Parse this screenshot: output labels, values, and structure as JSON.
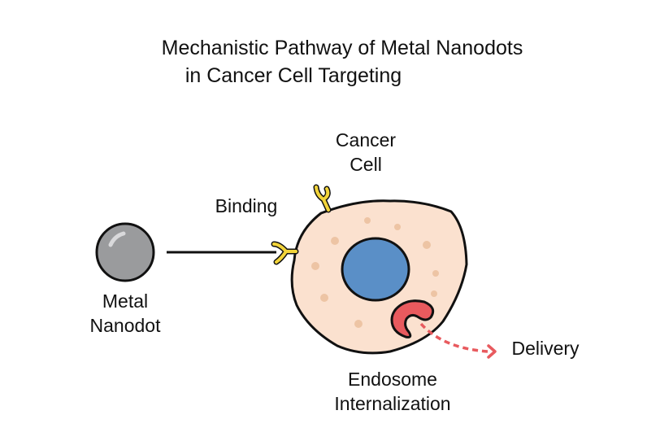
{
  "title": {
    "line1": "Mechanistic Pathway of Metal Nanodots",
    "line2": "in Cancer Cell Targeting"
  },
  "labels": {
    "cancer_cell": [
      "Cancer",
      "Cell"
    ],
    "binding": "Binding",
    "metal_nanodot": [
      "Metal",
      "Nanodot"
    ],
    "endosome": [
      "Endosome",
      "Internalization"
    ],
    "delivery": "Delivery"
  },
  "colors": {
    "nanodot_fill": "#9a9b9d",
    "cell_fill": "#fbe1cf",
    "cell_spots": "#edc4a4",
    "nucleus": "#5a8fc7",
    "endosome": "#e85a5e",
    "receptor": "#f2d43a",
    "delivery_arrow": "#e85a5e",
    "outline": "#111111"
  }
}
